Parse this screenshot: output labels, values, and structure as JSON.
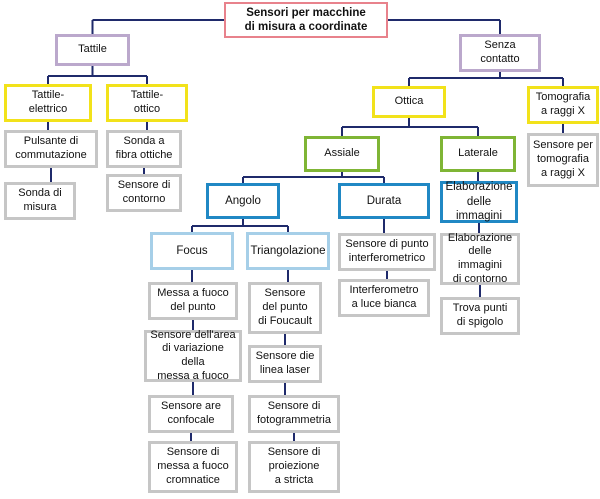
{
  "nodes": {
    "root": "Sensori per macchine\ndi misura a coordinate",
    "tattile": "Tattile",
    "senza_contatto": "Senza\ncontatto",
    "tattile_elettrico": "Tattile-\nelettrico",
    "tattile_ottico": "Tattile-\nottico",
    "ottica": "Ottica",
    "tomografia": "Tomografia\na raggi X",
    "pulsante": "Pulsante di\ncommutazione",
    "sonda_misura": "Sonda di\nmisura",
    "sonda_fibra": "Sonda a\nfibra ottiche",
    "sensore_contorno": "Sensore di\ncontorno",
    "sensore_tomografia": "Sensore per\ntomografia\na raggi X",
    "assiale": "Assiale",
    "laterale": "Laterale",
    "angolo": "Angolo",
    "durata": "Durata",
    "elaborazione_immagini": "Elaborazione\ndelle immagini",
    "focus": "Focus",
    "triangolazione": "Triangolazione",
    "sensore_interferometrico": "Sensore di punto\ninterferometrico",
    "interferometro": "Interferometro\na luce bianca",
    "elab_contorno": "Elaborazione\ndelle immagini\ndi contorno",
    "trova_punti": "Trova punti\ndi spigolo",
    "messa_fuoco_punto": "Messa a fuoco\ndel punto",
    "area_variazione": "Sensore dell'area\ndi variazione della\nmessa a fuoco",
    "confocale": "Sensore are\nconfocale",
    "cromnatice": "Sensore di\nmessa a fuoco\ncromnatice",
    "foucault": "Sensore\ndel punto\ndi Foucault",
    "linea_laser": "Sensore die\nlinea laser",
    "fotogrammetria": "Sensore di\nfotogrammetria",
    "proiezione": "Sensore di\nproiezione\na stricta"
  },
  "colors": {
    "connector": "#1f2a6b",
    "root_border": "#e8828c",
    "level1_border": "#bba8cc",
    "level2_border": "#f2e21a",
    "axis_border": "#7fb535",
    "method_border": "#2088c4",
    "sub_method_border": "#a6cfe8",
    "leaf_border": "#c6c6c6"
  }
}
